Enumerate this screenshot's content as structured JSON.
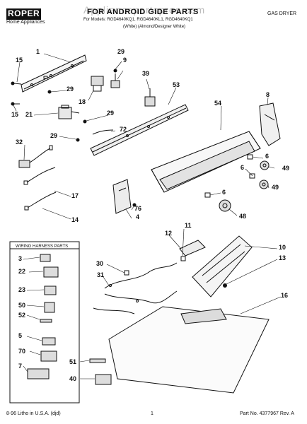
{
  "watermark": "Appliancepartspros.com",
  "header": {
    "brand": "ROPER",
    "brand_sub": "Home Appliances",
    "title": "FOR ANDROID GIDE PARTS",
    "models": "For Models: RGD4640KQ1, RGD4640KL1, RGD4640KQ1",
    "colors": "(White)  (Almond/Designer White)",
    "right_label": "GAS DRYER"
  },
  "inset_box": {
    "title": "WIRING HARNESS PARTS"
  },
  "callouts": {
    "c1": "1",
    "c15a": "15",
    "c15b": "15",
    "c21": "21",
    "c29a": "29",
    "c29b": "29",
    "c29c": "29",
    "c29d": "29",
    "c9": "9",
    "c18": "18",
    "c39": "39",
    "c53": "53",
    "c72": "72",
    "c8": "8",
    "c54": "54",
    "c32": "32",
    "c17": "17",
    "c14": "14",
    "c6a": "6",
    "c6b": "6",
    "c6c": "6",
    "c49a": "49",
    "c49b": "49",
    "c48": "48",
    "c76": "76",
    "c4": "4",
    "c11": "11",
    "c12": "12",
    "c10": "10",
    "c13": "13",
    "c30": "30",
    "c31": "31",
    "c16": "16",
    "c3": "3",
    "c22": "22",
    "c23": "23",
    "c50": "50",
    "c52": "52",
    "c5": "5",
    "c70": "70",
    "c7": "7",
    "c51": "51",
    "c40": "40"
  },
  "footer": {
    "left": "8-96 Litho in U.S.A. (djd)",
    "center": "1",
    "right": "Part No. 4377967 Rev. A"
  }
}
